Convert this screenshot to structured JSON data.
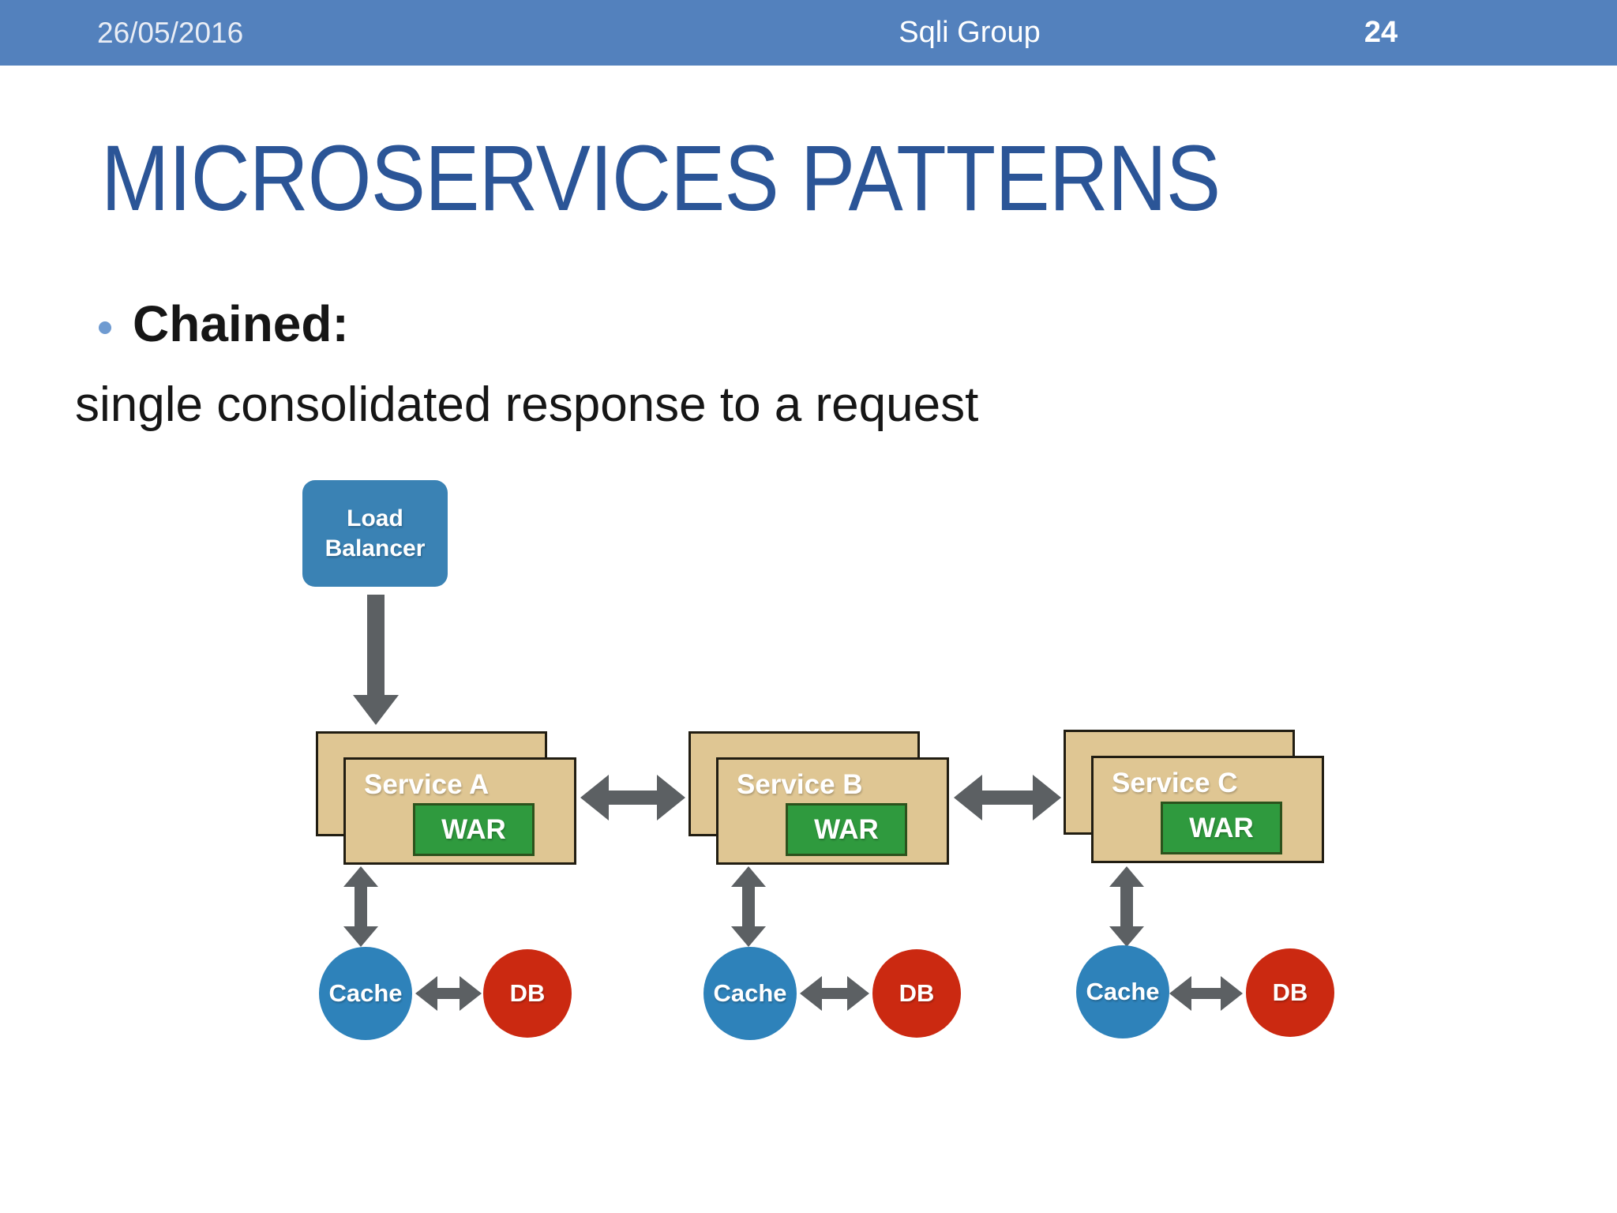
{
  "header": {
    "date": "26/05/2016",
    "organization": "Sqli Group",
    "page_number": "24"
  },
  "slide": {
    "title": "MICROSERVICES PATTERNS",
    "bullet_label": "Chained:",
    "bullet_description": "single consolidated response to a request"
  },
  "diagram": {
    "load_balancer_label": "Load Balancer",
    "services": [
      {
        "name": "Service A",
        "artifact": "WAR"
      },
      {
        "name": "Service B",
        "artifact": "WAR"
      },
      {
        "name": "Service C",
        "artifact": "WAR"
      }
    ],
    "cache_label": "Cache",
    "db_label": "DB"
  },
  "theme": {
    "header-bg": "#5381bd",
    "header-text": "#e9edf5",
    "title-color": "#2b5597",
    "body-text": "#161616",
    "bullet-dot": "#6f9bd1",
    "lb-blue": "#3a82b4",
    "service-tan": "#dfc693",
    "service-border": "#211d12",
    "war-green": "#2f9a3e",
    "war-border": "#2c521c",
    "cache-blue": "#2e82ba",
    "db-red": "#cb2911",
    "arrow-gray": "#5c6063"
  }
}
